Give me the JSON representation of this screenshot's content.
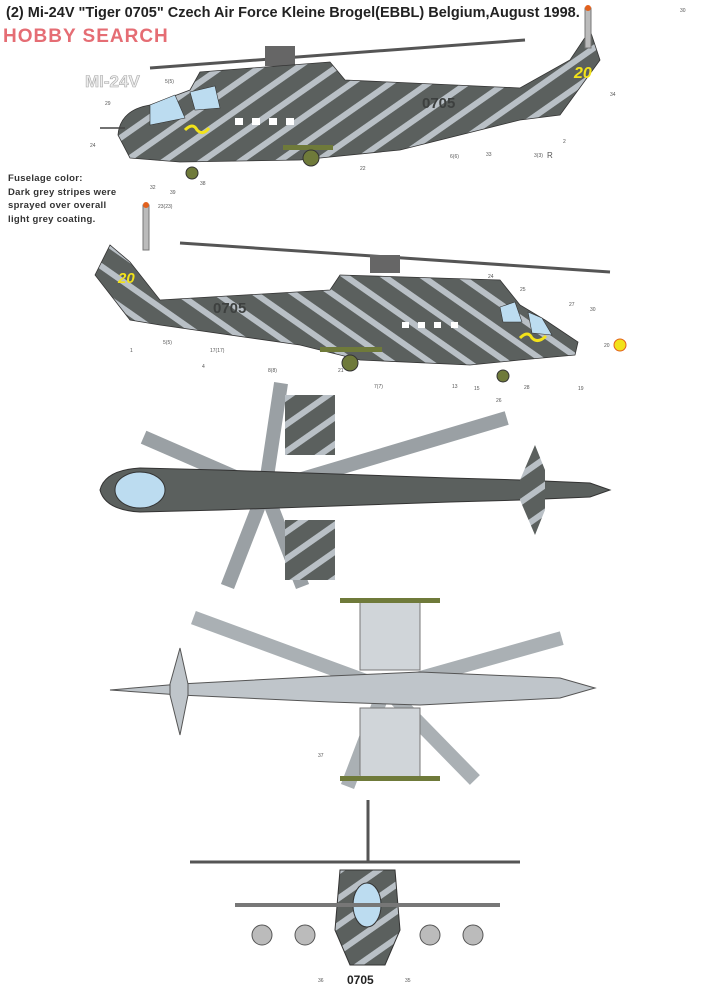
{
  "title": "(2) Mi-24V \"Tiger 0705\" Czech Air Force Kleine Brogel(EBBL) Belgium,August 1998.",
  "watermark": "HOBBY SEARCH",
  "note": {
    "lines": [
      "Fuselage color:",
      "Dark grey stripes were",
      "sprayed over overall",
      "light grey coating."
    ]
  },
  "colors": {
    "dark_grey": "#5b605e",
    "light_grey": "#b9c0c6",
    "yellow": "#f2e21a",
    "olive": "#6f7a3a",
    "orange": "#e2601c",
    "glass": "#bcdcf0"
  },
  "markings": {
    "type_text": "MI-24V",
    "serial": "0705",
    "tail_number": "20"
  },
  "callouts": {
    "view1": [
      "30",
      "34",
      "2",
      "3(3)",
      "R",
      "33",
      "6(6)",
      "22",
      "5(5)",
      "29",
      "24",
      "32",
      "39",
      "38",
      "23(23)"
    ],
    "view2": [
      "1",
      "5(5)",
      "4",
      "17(17)",
      "8(8)",
      "21",
      "7(7)",
      "13",
      "15",
      "26",
      "28",
      "19",
      "20",
      "24",
      "25",
      "27",
      "30"
    ],
    "view4": [
      "37"
    ],
    "view5": [
      "36",
      "35"
    ]
  }
}
